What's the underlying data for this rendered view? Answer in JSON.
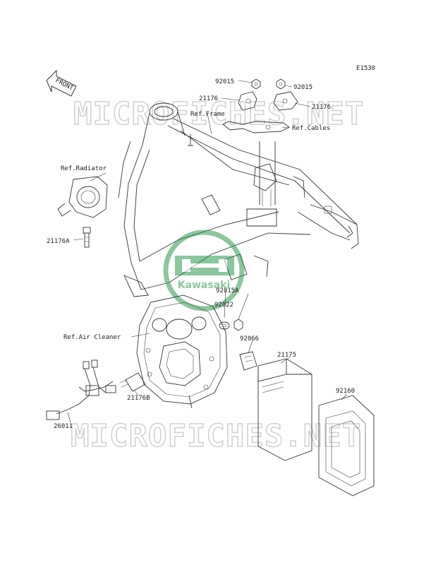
{
  "diagram": {
    "code": "E1530",
    "front_label": "FRONT",
    "watermark": "MICROFICHES.NET",
    "logo_text": "Kawasaki",
    "refs": {
      "frame": "Ref.Frame",
      "cables": "Ref.Cables",
      "radiator": "Ref.Radiator",
      "air_cleaner": "Ref.Air Cleaner"
    },
    "parts": {
      "p92015_left": "92015",
      "p92015_right": "92015",
      "p21176_left": "21176",
      "p21176_right": "21176",
      "p21176A": "21176A",
      "p92015A": "92015A",
      "p92022": "92022",
      "p92066": "92066",
      "p21175": "21175",
      "p92160": "92160",
      "p21176B": "21176B",
      "p26011": "26011"
    },
    "colors": {
      "line": "#333333",
      "watermark": "#d2d2d2",
      "logo": "#2e9a4e"
    }
  }
}
